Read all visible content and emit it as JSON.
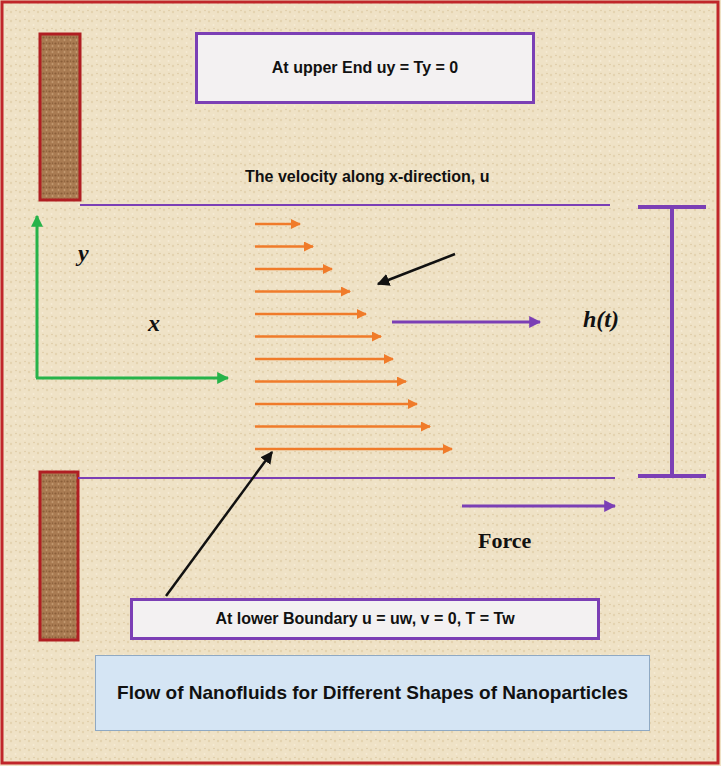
{
  "diagram": {
    "nodes": [
      {
        "text": [
          "At upper End uy = Ty = 0"
        ]
      },
      {
        "text": [
          "At lower Boundary u = uw, v = 0, T = Tw"
        ]
      },
      {
        "text": [
          "Flow of Nanofluids for Different Shapes of Nanoparticles"
        ]
      }
    ],
    "labels": [
      "The velocity along x-direction, u",
      "y",
      "x",
      "h(t)",
      "Force"
    ]
  }
}
